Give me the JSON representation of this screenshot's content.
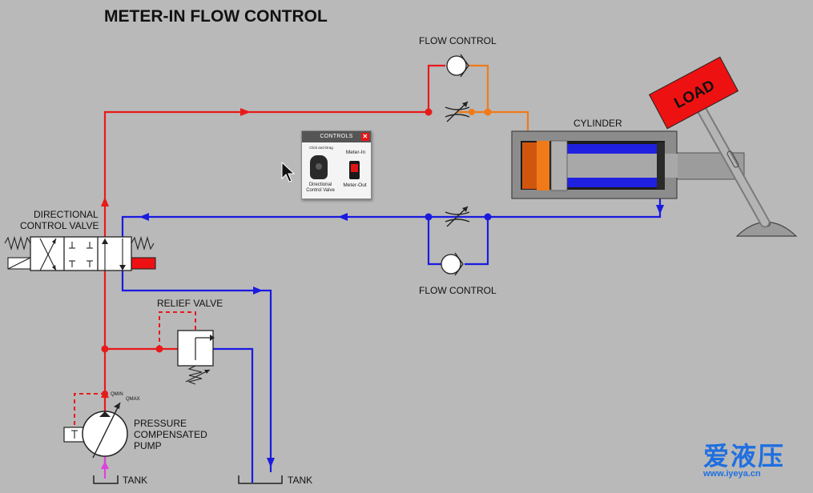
{
  "title": "METER-IN FLOW CONTROL",
  "labels": {
    "flow_control_top": "FLOW CONTROL",
    "flow_control_bottom": "FLOW CONTROL",
    "cylinder": "CYLINDER",
    "load": "LOAD",
    "dcv_line1": "DIRECTIONAL",
    "dcv_line2": "CONTROL VALVE",
    "relief_valve": "RELIEF VALVE",
    "pump_line1": "PRESSURE",
    "pump_line2": "COMPENSATED",
    "pump_line3": "PUMP",
    "qmin": "QMIN",
    "qmax": "QMAX",
    "tank_left": "TANK",
    "tank_right": "TANK"
  },
  "controls": {
    "header": "CONTROLS",
    "close": "✕",
    "hint": "Click and Drag",
    "dcv_label_1": "Directional",
    "dcv_label_2": "Control Valve",
    "meter_in": "Meter-In",
    "meter_out": "Meter-Out"
  },
  "watermark": {
    "text": "爱液压",
    "url": "www.iyeya.cn"
  },
  "colors": {
    "background": "#b9b9b9",
    "pressure_line": "#e81a1a",
    "return_line": "#1a1ae0",
    "metered_line": "#f07a1a",
    "suction_line": "#e040e0",
    "load_box": "#ee1111",
    "watermark": "#1f6fe0"
  }
}
